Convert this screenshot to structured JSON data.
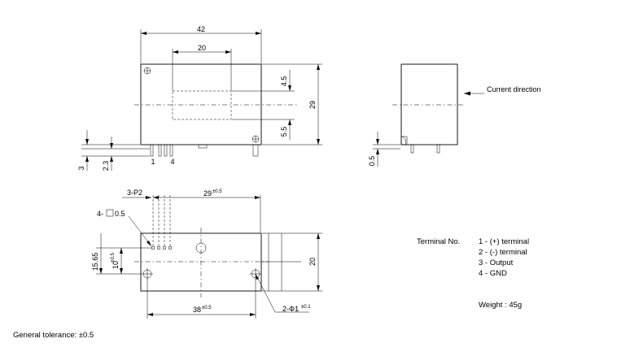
{
  "dimensions": {
    "width_total": "42",
    "window_width": "20",
    "top_gap": "4.5",
    "bottom_gap": "5.5",
    "height": "29",
    "pin_height": "3",
    "pin_standoff": "2.3",
    "side_pin": "0.5",
    "pitch_label": "3-P2",
    "pitch_span": "29",
    "pitch_tol": "±0.5",
    "pin_square": "4-",
    "pin_square_val": "0.5",
    "depth_total": "15.65",
    "depth_inner": "10",
    "depth_tol": "±0.5",
    "mount_span": "38",
    "mount_tol": "±0.5",
    "bottom_height": "20",
    "hole_label": "2-Φ1",
    "hole_tol": "±0.1"
  },
  "pin_labels": {
    "first": "1",
    "last": "4"
  },
  "annotations": {
    "current_direction": "Current direction"
  },
  "terminal": {
    "title": "Terminal No.",
    "items": [
      {
        "num": "1",
        "name": "(+) terminal"
      },
      {
        "num": "2",
        "name": "(-) terminal"
      },
      {
        "num": "3",
        "name": "Output"
      },
      {
        "num": "4",
        "name": "GND"
      }
    ]
  },
  "weight": "Weight :  45g",
  "tolerance": "General tolerance: ±0.5"
}
